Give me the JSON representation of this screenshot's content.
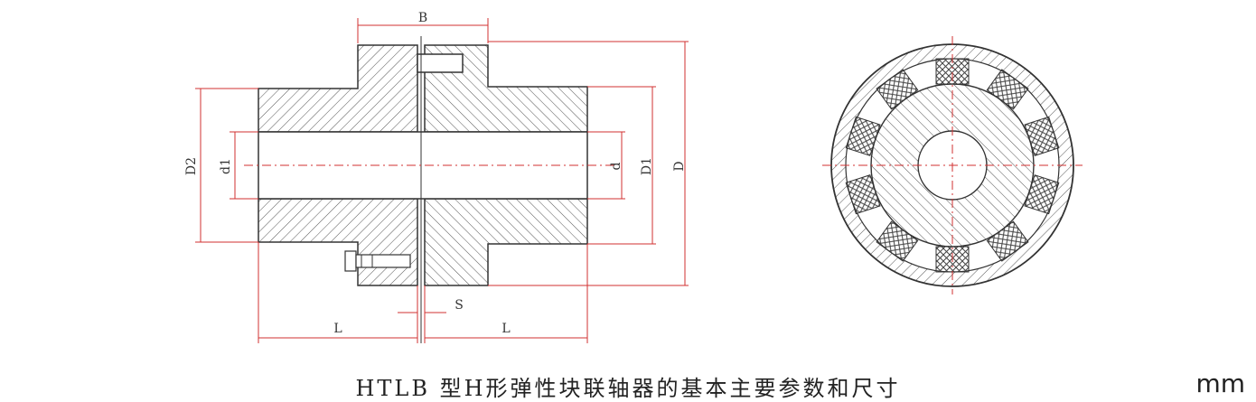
{
  "caption": "HTLB 型H形弹性块联轴器的基本主要参数和尺寸",
  "unit": "mm",
  "labels": {
    "B": "B",
    "D2": "D2",
    "d1": "d1",
    "d": "d",
    "D1": "D1",
    "D": "D",
    "L_left": "L",
    "S": "S",
    "L_right": "L"
  },
  "colors": {
    "dimension": "#d23232",
    "outline": "#333333",
    "hatch": "#555555",
    "background": "#ffffff"
  }
}
